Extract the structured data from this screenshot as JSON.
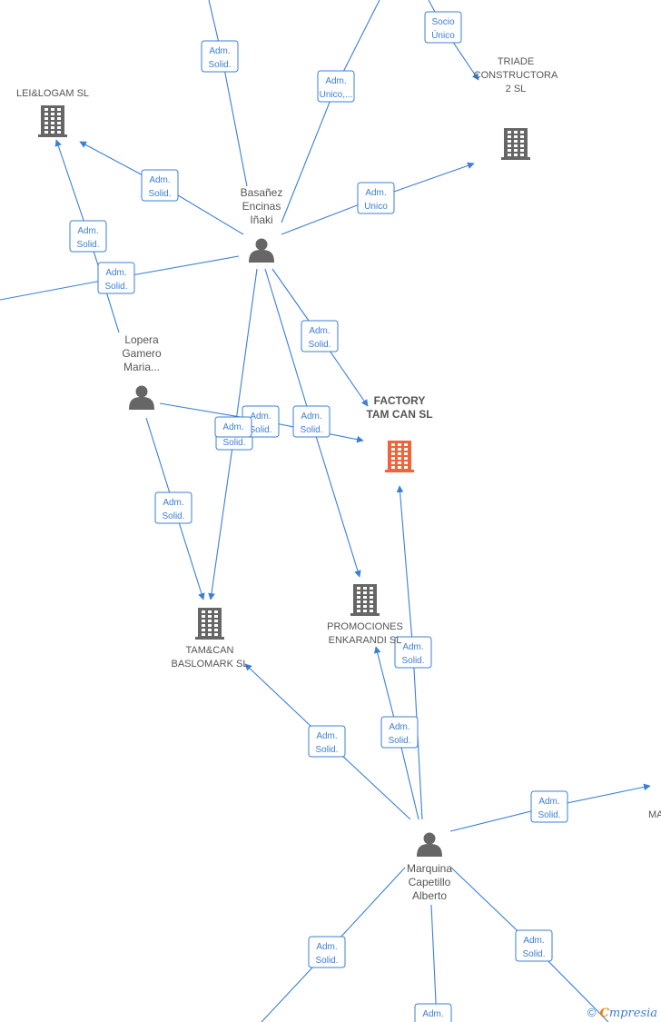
{
  "persons": [
    {
      "id": "basanez",
      "lines": [
        "Basañez",
        "Encinas",
        "Iñaki"
      ]
    },
    {
      "id": "lopera",
      "lines": [
        "Lopera",
        "Gamero",
        "Maria..."
      ]
    },
    {
      "id": "marquina",
      "lines": [
        "Marquina",
        "Capetillo",
        "Alberto"
      ]
    }
  ],
  "companies": [
    {
      "id": "leilogam",
      "lines": [
        "LEI&LOGAM  SL"
      ],
      "focus": false
    },
    {
      "id": "triade",
      "lines": [
        "TRIADE",
        "CONSTRUCTORA",
        "2  SL"
      ],
      "focus": false
    },
    {
      "id": "factory",
      "lines": [
        "FACTORY",
        "TAM CAN  SL"
      ],
      "focus": true
    },
    {
      "id": "tamcan",
      "lines": [
        "TAM&CAN",
        "BASLOMARK  SL"
      ],
      "focus": false
    },
    {
      "id": "promociones",
      "lines": [
        "PROMOCIONES",
        "ENKARANDI  SL"
      ],
      "focus": false
    },
    {
      "id": "offscreen_ma",
      "lines": [
        "MA"
      ],
      "focus": false
    }
  ],
  "relations": [
    {
      "lines": [
        "Adm.",
        "Solid."
      ]
    },
    {
      "lines": [
        "Adm.",
        "Unico,..."
      ]
    },
    {
      "lines": [
        "Socio",
        "Único"
      ]
    },
    {
      "lines": [
        "Adm.",
        "Solid."
      ]
    },
    {
      "lines": [
        "Adm.",
        "Unico"
      ]
    },
    {
      "lines": [
        "Adm.",
        "Solid."
      ]
    },
    {
      "lines": [
        "Adm.",
        "Solid."
      ]
    },
    {
      "lines": [
        "Adm.",
        "Solid."
      ]
    },
    {
      "lines": [
        "Adm.",
        "Solid."
      ]
    },
    {
      "lines": [
        "Adm.",
        "Solid."
      ]
    },
    {
      "lines": [
        "Adm.",
        "Solid."
      ]
    },
    {
      "lines": [
        "Adm.",
        "Solid."
      ]
    },
    {
      "lines": [
        "Adm.",
        "Solid."
      ]
    },
    {
      "lines": [
        "Adm.",
        "Solid."
      ]
    },
    {
      "lines": [
        "Adm.",
        "Solid."
      ]
    },
    {
      "lines": [
        "Adm.",
        "Solid."
      ]
    },
    {
      "lines": [
        "Adm.",
        "Solid."
      ]
    },
    {
      "lines": [
        "Adm.",
        "Solid."
      ]
    },
    {
      "lines": [
        "Adm.",
        "Solid."
      ]
    },
    {
      "lines": [
        "Adm."
      ]
    }
  ],
  "brand": {
    "copyright": "©",
    "initial": "C",
    "rest": "mpresia"
  },
  "colors": {
    "edge": "#3b7fd6",
    "node": "#666666",
    "focus": "#f0643c"
  }
}
